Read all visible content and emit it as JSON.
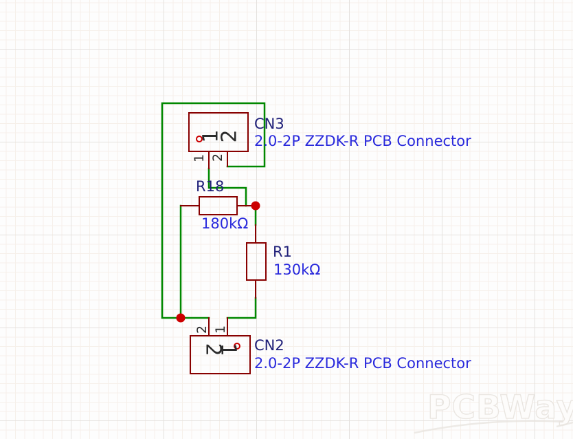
{
  "colors": {
    "wire": "#008800",
    "outline": "#880000",
    "junction": "#cc0000",
    "designator": "#1f1f78",
    "value": "#2929dc",
    "pin_number": "#2b2b2b"
  },
  "watermark": {
    "text": "PCBWay"
  },
  "components": {
    "cn3": {
      "designator": "CN3",
      "name": "2.0-2P ZZDK-R PCB Connector",
      "pins": [
        {
          "number": "1"
        },
        {
          "number": "2"
        }
      ]
    },
    "r18": {
      "designator": "R18",
      "value": "180kΩ"
    },
    "r1": {
      "designator": "R1",
      "value": "130kΩ"
    },
    "cn2": {
      "designator": "CN2",
      "name": "2.0-2P ZZDK-R PCB Connector",
      "pins": [
        {
          "number": "2"
        },
        {
          "number": "1"
        }
      ]
    }
  }
}
